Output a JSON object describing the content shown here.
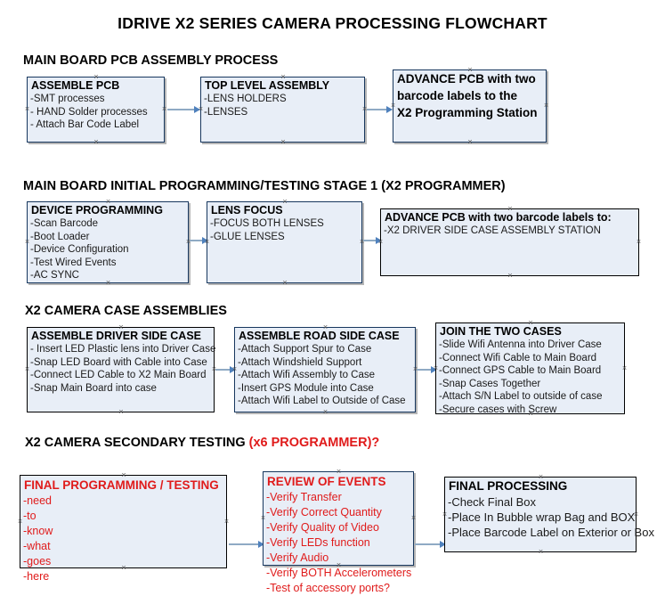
{
  "document": {
    "title": "IDRIVE X2  SERIES CAMERA PROCESSING FLOWCHART"
  },
  "sections": [
    {
      "id": "main-board-pcb-assembly",
      "heading": "MAIN BOARD PCB ASSEMBLY PROCESS",
      "heading_accent": "",
      "nodes": [
        {
          "title": "ASSEMBLE PCB",
          "lines": [
            "-SMT processes",
            "- HAND Solder processes",
            "- Attach Bar Code Label"
          ]
        },
        {
          "title": "TOP LEVEL ASSEMBLY",
          "lines": [
            "-LENS HOLDERS",
            "-LENSES"
          ]
        },
        {
          "title": "ADVANCE PCB with two",
          "lines": [
            "barcode labels to the",
            " X2 Programming Station"
          ]
        }
      ]
    },
    {
      "id": "main-board-initial-programming",
      "heading": "MAIN BOARD INITIAL PROGRAMMING/TESTING STAGE 1 (X2 PROGRAMMER)",
      "heading_accent": "",
      "nodes": [
        {
          "title": "DEVICE PROGRAMMING",
          "lines": [
            "-Scan Barcode",
            "-Boot Loader",
            "-Device Configuration",
            "-Test Wired Events",
            "-AC SYNC"
          ]
        },
        {
          "title": "LENS FOCUS",
          "lines": [
            "-FOCUS BOTH LENSES",
            "-GLUE LENSES"
          ]
        },
        {
          "title": "ADVANCE PCB with two barcode labels to:",
          "lines": [
            "-X2 DRIVER  SIDE  CASE  ASSEMBLY STATION"
          ]
        }
      ]
    },
    {
      "id": "x2-camera-case-assemblies",
      "heading": "X2 CAMERA CASE ASSEMBLIES",
      "heading_accent": "",
      "nodes": [
        {
          "title": "ASSEMBLE DRIVER SIDE CASE",
          "lines": [
            "- Insert LED Plastic lens into Driver Case",
            "-Snap LED Board with Cable into Case",
            "-Connect LED Cable to X2 Main Board",
            "-Snap Main Board into case"
          ]
        },
        {
          "title": "ASSEMBLE ROAD SIDE CASE",
          "lines": [
            "-Attach Support Spur to Case",
            "-Attach Windshield Support",
            "-Attach Wifi Assembly to Case",
            "-Insert GPS Module into Case",
            "-Attach Wifi Label to Outside of Case"
          ]
        },
        {
          "title": "JOIN THE TWO CASES",
          "lines": [
            "-Slide Wifi Antenna into Driver Case",
            "-Connect Wifi Cable to Main Board",
            "-Connect GPS Cable to Main Board",
            "-Snap Cases Together",
            "-Attach S/N Label to outside of case",
            "-Secure cases with Screw"
          ]
        }
      ]
    },
    {
      "id": "x2-camera-secondary-testing",
      "heading": "X2 CAMERA SECONDARY TESTING ",
      "heading_accent": "(x6 PROGRAMMER)?",
      "nodes": [
        {
          "title": "FINAL PROGRAMMING / TESTING",
          "lines": [
            "-need",
            "-to",
            "-know",
            "-what",
            "-goes",
            "-here"
          ]
        },
        {
          "title": "REVIEW OF EVENTS",
          "lines": [
            "-Verify Transfer",
            "-Verify Correct Quantity",
            "-Verify Quality of Video",
            "-Verify LEDs function",
            "-Verify Audio",
            "-Verify BOTH Accelerometers",
            "-Test of accessory ports?"
          ]
        },
        {
          "title": "FINAL PROCESSING",
          "lines": [
            " -Check Final Box",
            "-Place In Bubble wrap Bag and BOX",
            "-Place Barcode Label on Exterior or Box"
          ]
        }
      ]
    }
  ],
  "colors": {
    "box_fill": "#e8eef7",
    "box_border": "#17375e",
    "accent_red": "#e01b1b",
    "connector": "#4f81bd",
    "text": "#000000"
  }
}
